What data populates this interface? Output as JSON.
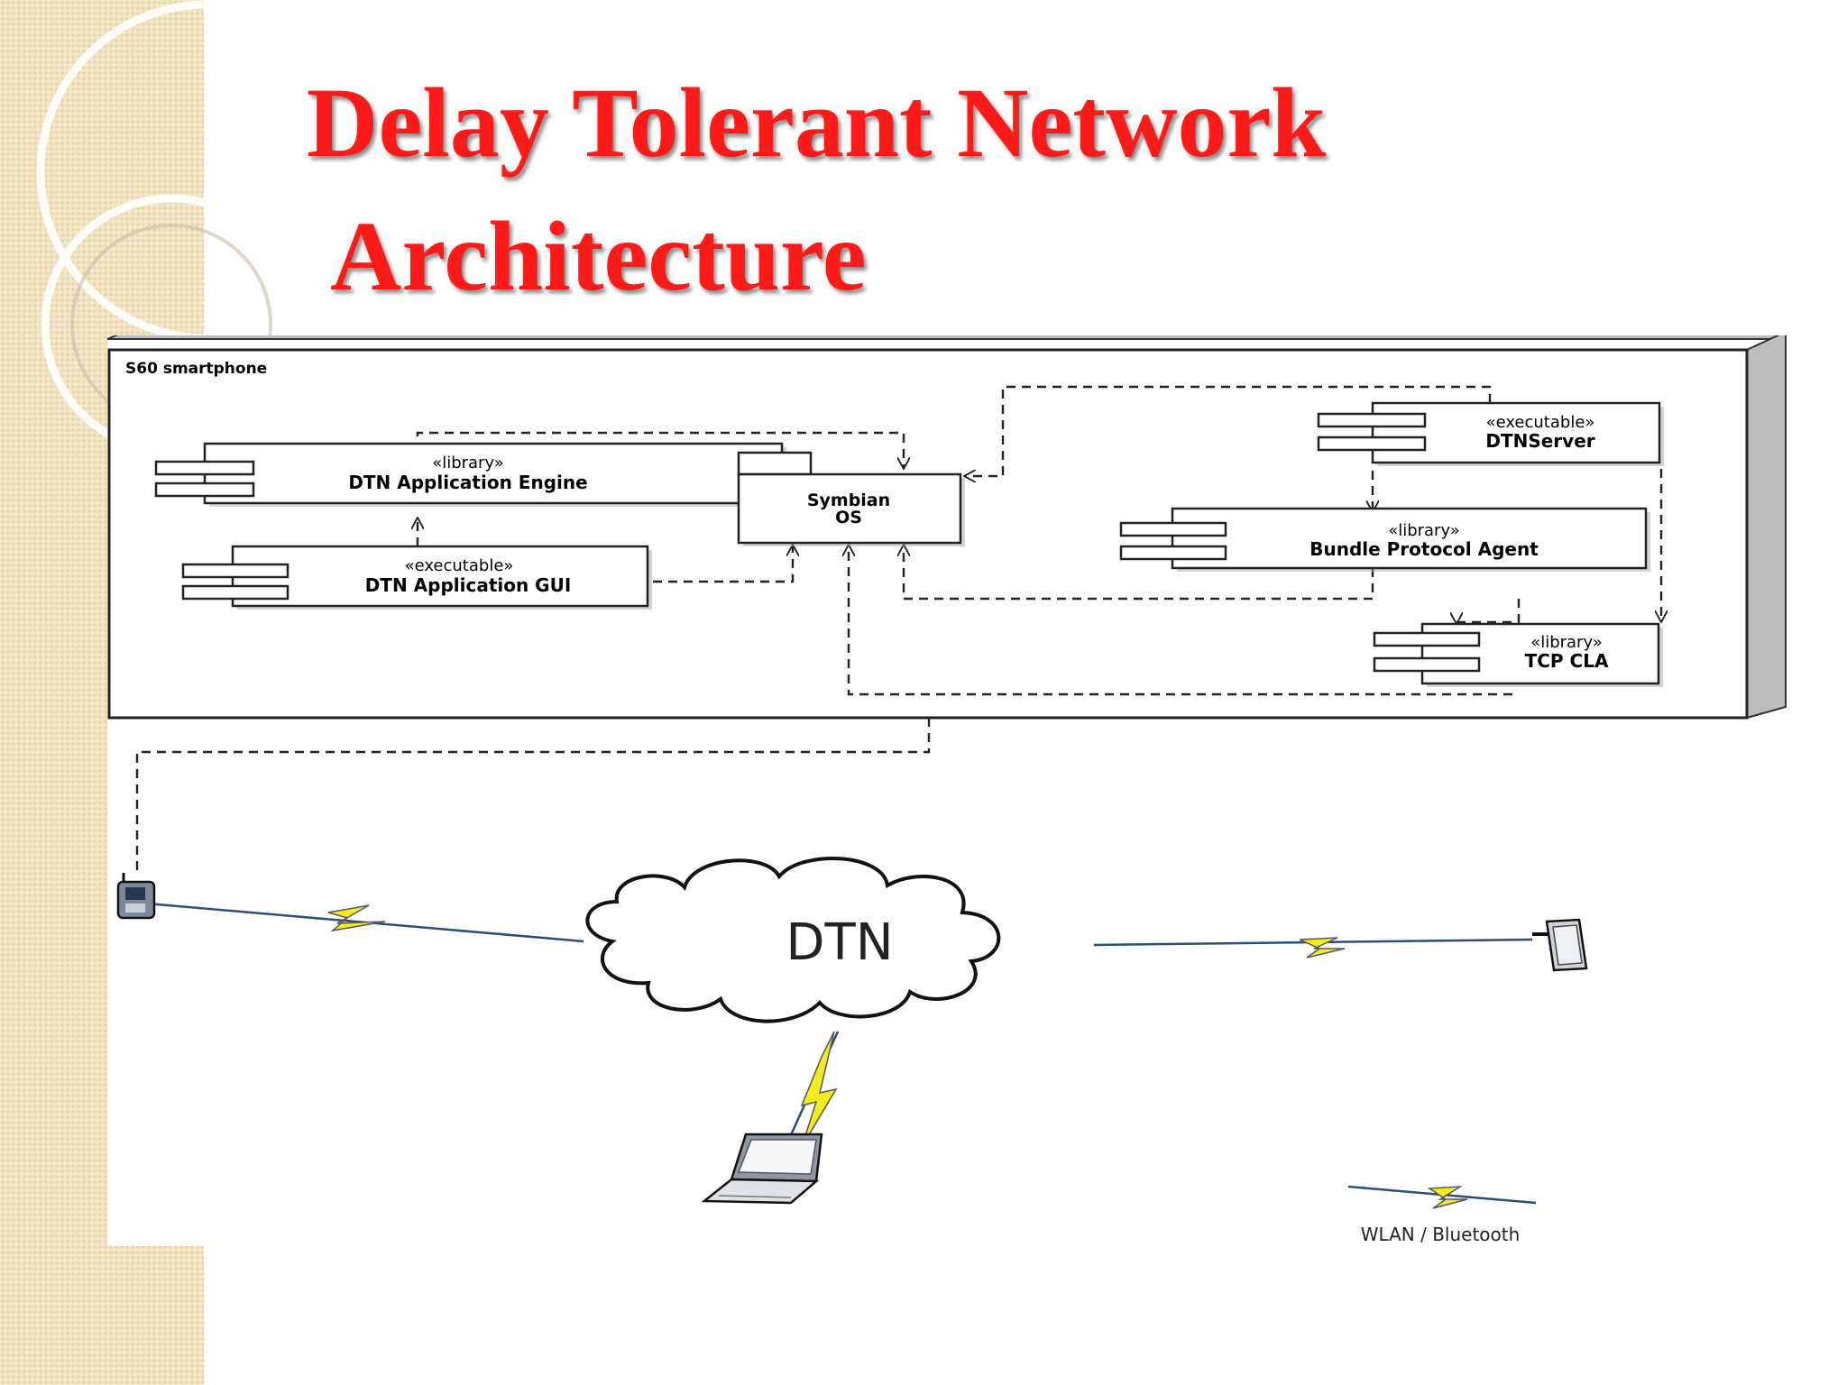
{
  "slide": {
    "title_line1": "Delay Tolerant Network",
    "title_line2": "Architecture"
  },
  "diagram": {
    "node_label": "S60 smartphone",
    "components": {
      "engine": {
        "stereotype": "«library»",
        "name": "DTN Application Engine"
      },
      "gui": {
        "stereotype": "«executable»",
        "name": "DTN Application GUI"
      },
      "symbian": {
        "name_line1": "Symbian",
        "name_line2": "OS"
      },
      "server": {
        "stereotype": "«executable»",
        "name": "DTNServer"
      },
      "bpa": {
        "stereotype": "«library»",
        "name": "Bundle Protocol Agent"
      },
      "tcp": {
        "stereotype": "«library»",
        "name": "TCP CLA"
      }
    },
    "network": {
      "cloud_label": "DTN",
      "legend_label": "WLAN / Bluetooth"
    }
  },
  "colors": {
    "title": "#ff1a1a",
    "strip": "#f1e3bf",
    "wireless_bolt": "#f2ec1c",
    "wireless_line": "#2a4d7a"
  }
}
